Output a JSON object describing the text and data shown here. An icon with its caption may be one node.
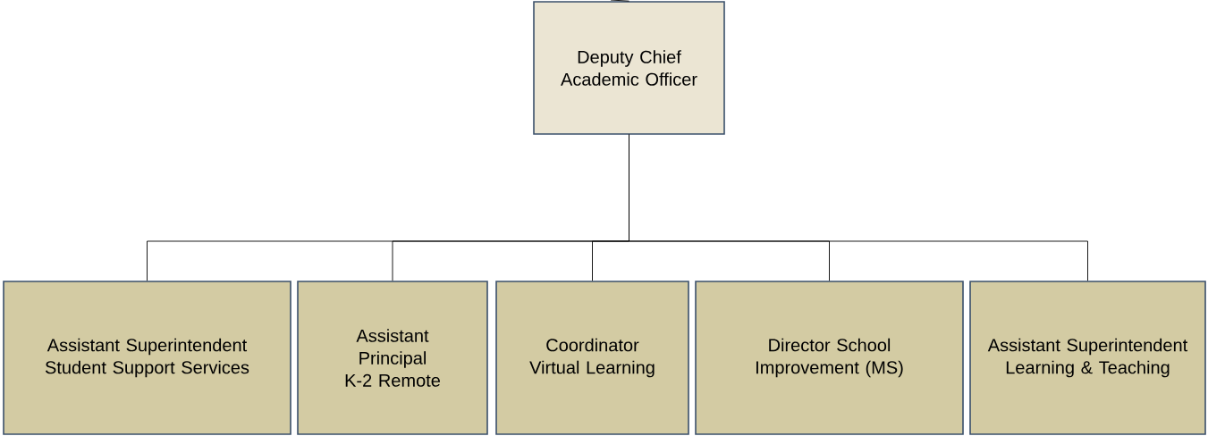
{
  "diagram": {
    "nodes": [
      {
        "text": [
          "Deputy Chief Academic Officer"
        ]
      },
      {
        "text": [
          "Assistant Superintendent Student Support Services"
        ]
      },
      {
        "text": [
          "Assistant Principal K-2 Remote"
        ]
      },
      {
        "text": [
          "Coordinator Virtual Learning"
        ]
      },
      {
        "text": [
          "Director School Improvement (MS)"
        ]
      },
      {
        "text": [
          "Assistant Superintendent Learning & Teaching"
        ]
      }
    ],
    "edges": [
      {
        "from": null,
        "to": 0,
        "arrow": "none"
      },
      {
        "from": 0,
        "to": 1,
        "arrow": "none"
      },
      {
        "from": 0,
        "to": 2,
        "arrow": "none"
      },
      {
        "from": 0,
        "to": 3,
        "arrow": "none"
      },
      {
        "from": 0,
        "to": 4,
        "arrow": "none"
      },
      {
        "from": 0,
        "to": 5,
        "arrow": "none"
      }
    ]
  }
}
